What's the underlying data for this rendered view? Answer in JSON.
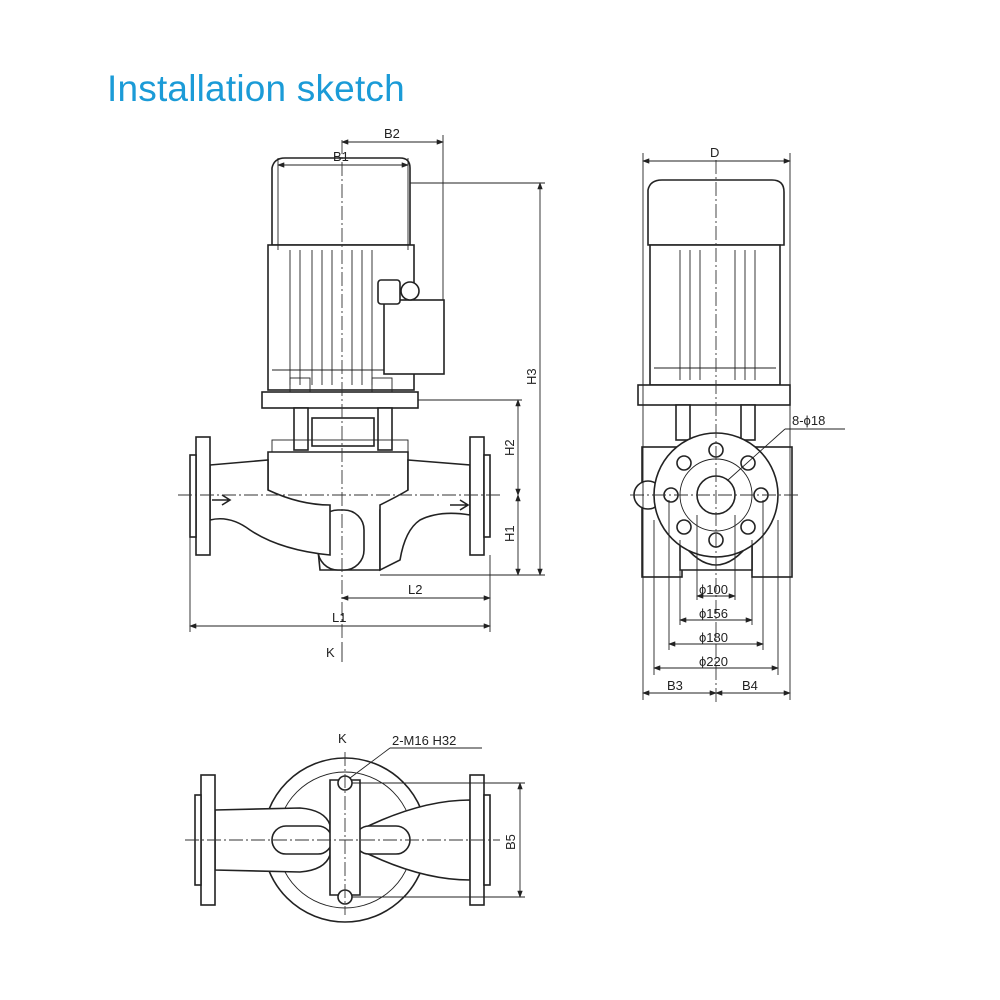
{
  "title": "Installation sketch",
  "front_view": {
    "labels": {
      "B1": "B1",
      "B2": "B2",
      "H1": "H1",
      "H2": "H2",
      "H3": "H3",
      "L1": "L1",
      "L2": "L2",
      "K": "K"
    }
  },
  "side_view": {
    "labels": {
      "D": "D",
      "bolt_holes": "8-ϕ18",
      "d100": "ϕ100",
      "d156": "ϕ156",
      "d180": "ϕ180",
      "d220": "ϕ220",
      "B3": "B3",
      "B4": "B4"
    }
  },
  "top_view": {
    "labels": {
      "K": "K",
      "anchor": "2-M16 H32",
      "B5": "B5"
    }
  },
  "colors": {
    "title": "#1b9bd7",
    "line": "#222222"
  }
}
